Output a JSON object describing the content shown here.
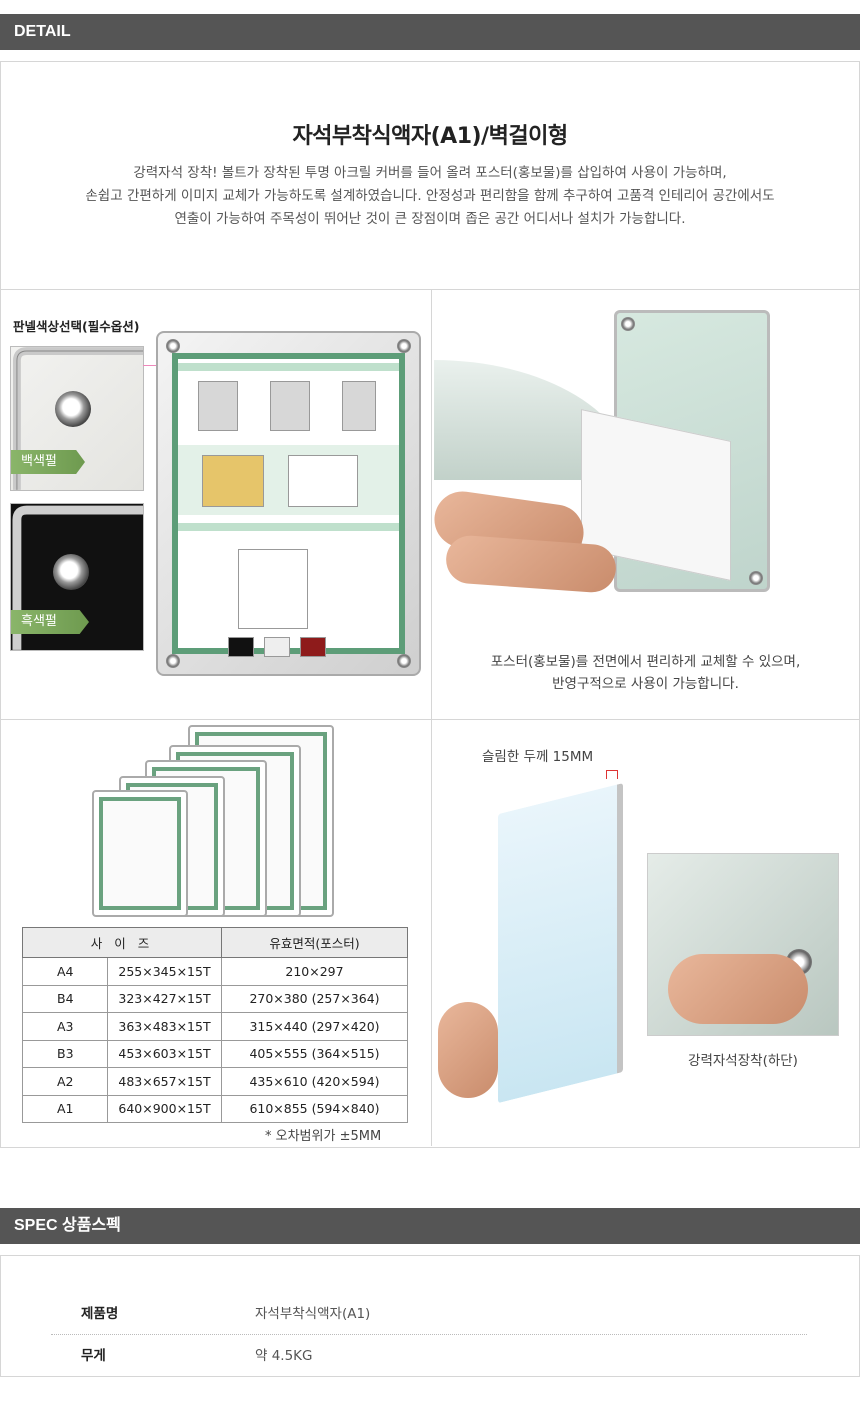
{
  "detail_section": {
    "heading": "DETAIL",
    "title": "자석부착식액자(A1)/벽걸이형",
    "description": [
      "강력자석 장착! 볼트가 장착된 투명 아크릴 커버를 들어 올려 포스터(홍보물)를 삽입하여 사용이 가능하며,",
      "손쉽고 간편하게 이미지 교체가 가능하도록 설계하였습니다. 안정성과 편리함을 함께 추구하여 고품격 인테리어 공간에서도",
      "연출이 가능하여 주목성이 뛰어난 것이 큰 장점이며 좁은 공간 어디서나 설치가 가능합니다."
    ]
  },
  "panel_color": {
    "title": "판넬색상선택(필수옵션)",
    "options": [
      "백색펄",
      "흑색펄"
    ]
  },
  "poster_change": {
    "caption": [
      "포스터(홍보물)를 전면에서 편리하게 교체할 수 있으며,",
      "반영구적으로 사용이 가능합니다."
    ]
  },
  "size_table": {
    "headers": [
      "사 이 즈",
      "유효면적(포스터)"
    ],
    "rows": [
      {
        "model": "A4",
        "dims": "255×345×15T",
        "area": "210×297"
      },
      {
        "model": "B4",
        "dims": "323×427×15T",
        "area": "270×380 (257×364)"
      },
      {
        "model": "A3",
        "dims": "363×483×15T",
        "area": "315×440 (297×420)"
      },
      {
        "model": "B3",
        "dims": "453×603×15T",
        "area": "405×555 (364×515)"
      },
      {
        "model": "A2",
        "dims": "483×657×15T",
        "area": "435×610 (420×594)"
      },
      {
        "model": "A1",
        "dims": "640×900×15T",
        "area": "610×855 (594×840)"
      }
    ],
    "note": "* 오차범위가 ±5MM"
  },
  "thickness": {
    "label": "슬림한 두께 15MM"
  },
  "magnet": {
    "caption": "강력자석장착(하단)"
  },
  "spec_section": {
    "heading": "SPEC 상품스펙",
    "rows": [
      {
        "key": "제품명",
        "value": "자석부착식액자(A1)"
      },
      {
        "key": "무게",
        "value": "약 4.5KG"
      }
    ]
  },
  "colors": {
    "bar": "#555555",
    "poster_green": "#5d9d78",
    "tag_green": "#7aa85c",
    "pink_pointer": "#ee88bb"
  }
}
